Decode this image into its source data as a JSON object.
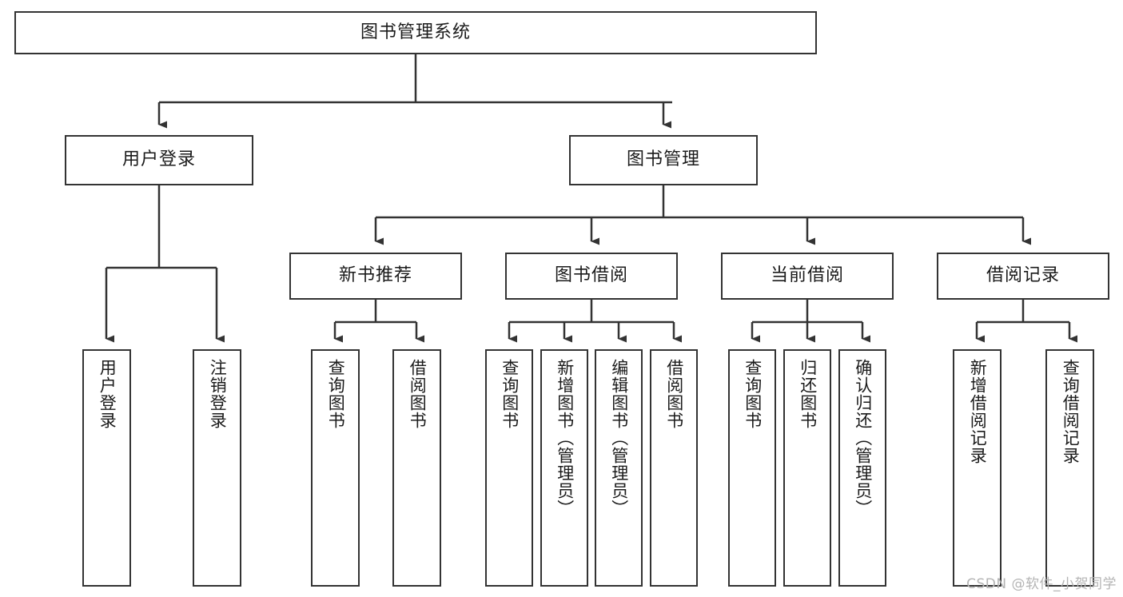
{
  "diagram": {
    "type": "tree",
    "title": "图书管理系统",
    "watermark": "CSDN @软件_小贺同学",
    "colors": {
      "box_border": "#333333",
      "box_fill": "#ffffff",
      "connector": "#333333",
      "text": "#1b1b1b",
      "watermark": "#b4b4b4"
    },
    "nodes": {
      "root": "图书管理系统",
      "level2": {
        "user_login": "用户登录",
        "book_manage": "图书管理"
      },
      "level3": {
        "new_book_rec": "新书推荐",
        "book_borrow": "图书借阅",
        "current_borrow": "当前借阅",
        "borrow_record": "借阅记录"
      },
      "leaves": {
        "user_login_1": "用户登录",
        "user_login_2": "注销登录",
        "new_book_rec_1": "查询图书",
        "new_book_rec_2": "借阅图书",
        "book_borrow_1": "查询图书",
        "book_borrow_2": "新增图书（管理员）",
        "book_borrow_3": "编辑图书（管理员）",
        "book_borrow_4": "借阅图书",
        "current_borrow_1": "查询图书",
        "current_borrow_2": "归还图书",
        "current_borrow_3": "确认归还（管理员）",
        "borrow_record_1": "新增借阅记录",
        "borrow_record_2": "查询借阅记录"
      }
    }
  }
}
